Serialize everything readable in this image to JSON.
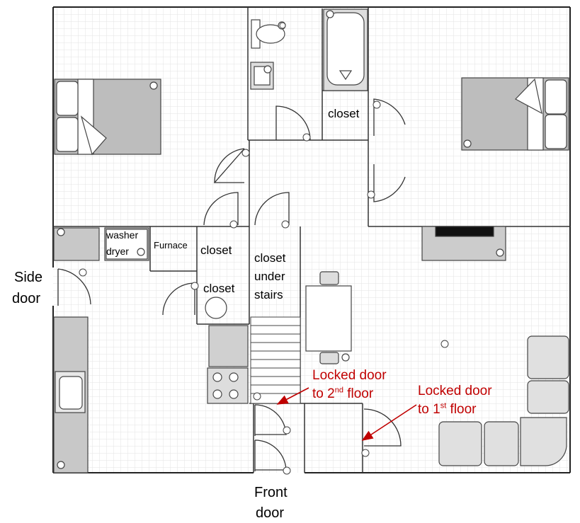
{
  "labels": {
    "closet_top": "closet",
    "washer": "washer",
    "dryer": "dryer",
    "furnace": "Furnace",
    "closet_mid": "closet",
    "closet_small": "closet",
    "under_stairs_1": "closet",
    "under_stairs_2": "under",
    "under_stairs_3": "stairs",
    "side_door_1": "Side",
    "side_door_2": "door",
    "front_door_1": "Front",
    "front_door_2": "door"
  },
  "annotations": {
    "second_floor": {
      "line1": "Locked door",
      "line2_pre": "to 2",
      "line2_sup": "nd",
      "line2_post": " floor"
    },
    "first_floor": {
      "line1": "Locked door",
      "line2_pre": "to 1",
      "line2_sup": "st",
      "line2_post": " floor"
    }
  },
  "colors": {
    "annotation": "#c00000",
    "furniture": "#c8c8c8",
    "grid": "#e3e3e3",
    "wall": "#222222"
  }
}
